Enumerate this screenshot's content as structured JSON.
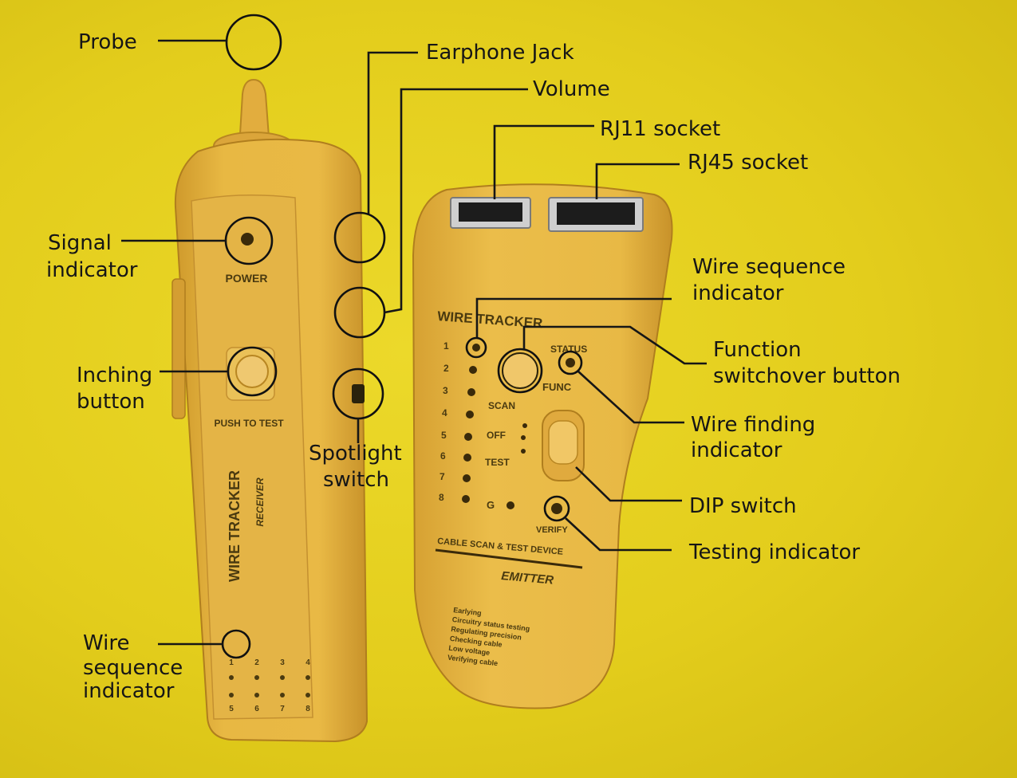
{
  "callouts": {
    "probe": "Probe",
    "earphone_jack": "Earphone Jack",
    "volume": "Volume",
    "rj11_socket": "RJ11 socket",
    "rj45_socket": "RJ45 socket",
    "signal_indicator": [
      "Signal",
      "indicator"
    ],
    "inching_button": [
      "Inching",
      "button"
    ],
    "spotlight_switch": [
      "Spotlight",
      "switch"
    ],
    "wire_sequence_indicator_left": [
      "Wire",
      "sequence",
      "indicator"
    ],
    "wire_sequence_indicator_right": [
      "Wire sequence",
      "indicator"
    ],
    "function_switchover_button": [
      "Function",
      "switchover button"
    ],
    "wire_finding_indicator": [
      "Wire finding",
      "indicator"
    ],
    "dip_switch": "DIP switch",
    "testing_indicator": "Testing indicator"
  },
  "receiver": {
    "power": "POWER",
    "push_to_test": "PUSH TO TEST",
    "name": "WIRE TRACKER",
    "model": "RECEIVER",
    "led_labels": [
      "1",
      "2",
      "3",
      "4",
      "5",
      "6",
      "7",
      "8"
    ]
  },
  "emitter": {
    "brand": "WIRE TRACKER",
    "status": "STATUS",
    "func": "FUNC",
    "scan": "SCAN",
    "off": "OFF",
    "test": "TEST",
    "ground": "G",
    "verify": "VERIFY",
    "line1": "CABLE SCAN & TEST DEVICE",
    "line2": "EMITTER",
    "led_numbers": [
      "1",
      "2",
      "3",
      "4",
      "5",
      "6",
      "7",
      "8"
    ],
    "features": [
      "Earlying",
      "Circuitry status testing",
      "Regulating precision",
      "Checking cable",
      "Low voltage",
      "Verifying cable"
    ]
  },
  "colors": {
    "background": "#e6d020",
    "device_body": "#e6b43a",
    "ink": "#161616"
  }
}
